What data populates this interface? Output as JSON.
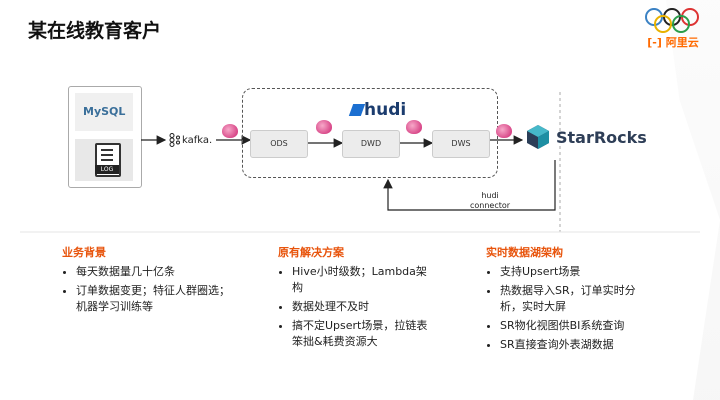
{
  "page": {
    "title": "某在线教育客户"
  },
  "logo": {
    "text": "阿里云"
  },
  "diagram": {
    "sources": {
      "mysql": "MySQL",
      "log": "LOG"
    },
    "kafka": "kafka.",
    "lake": {
      "hudi": "hudi",
      "layers": [
        "ODS",
        "DWD",
        "DWS"
      ]
    },
    "starrocks": "StarRocks",
    "connector": {
      "line1": "hudi",
      "line2": "connector"
    }
  },
  "sections": [
    {
      "title": "业务背景",
      "items": [
        "每天数据量几十亿条",
        "订单数据变更；特征人群圈选；机器学习训练等"
      ]
    },
    {
      "title": "原有解决方案",
      "items": [
        "Hive小时级数；Lambda架构",
        "数据处理不及时",
        "搞不定Upsert场景，拉链表笨拙&耗费资源大"
      ]
    },
    {
      "title": "实时数据湖架构",
      "items": [
        "支持Upsert场景",
        "热数据导入SR，订单实时分析，实时大屏",
        "SR物化视图供BI系统查询",
        "SR直接查询外表湖数据"
      ]
    }
  ]
}
